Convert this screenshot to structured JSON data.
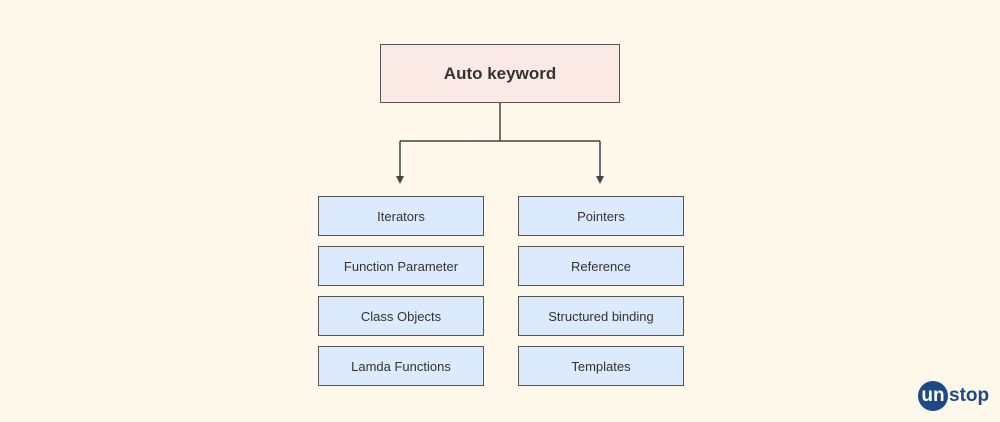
{
  "diagram": {
    "root": {
      "label": "Auto keyword"
    },
    "left_column": [
      {
        "label": "Iterators"
      },
      {
        "label": "Function Parameter"
      },
      {
        "label": "Class Objects"
      },
      {
        "label": "Lamda Functions"
      }
    ],
    "right_column": [
      {
        "label": "Pointers"
      },
      {
        "label": "Reference"
      },
      {
        "label": "Structured binding"
      },
      {
        "label": "Templates"
      }
    ]
  },
  "colors": {
    "background": "#fef8eb",
    "root_fill": "#fbe9e6",
    "child_fill": "#dbeafc",
    "border": "#555555",
    "brand": "#1d4a86"
  },
  "logo": {
    "prefix": "un",
    "suffix": "stop"
  }
}
